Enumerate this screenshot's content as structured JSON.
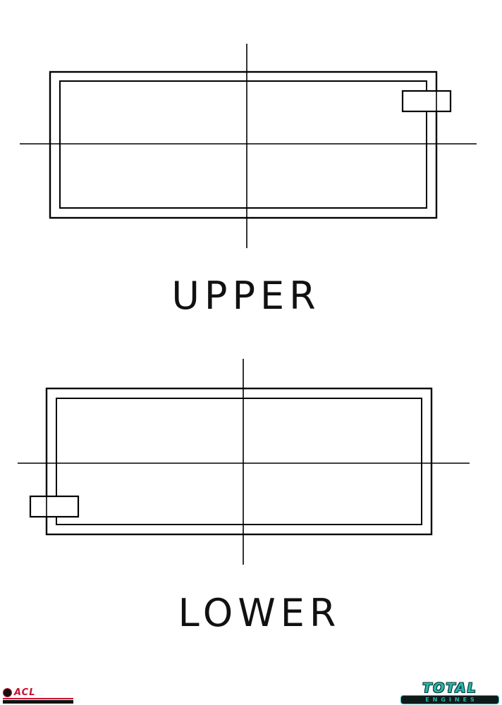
{
  "diagram": {
    "upper_label": "UPPER",
    "lower_label": "LOWER"
  },
  "logos": {
    "acl": {
      "text": "ACL"
    },
    "total_engines": {
      "line1": "TOTAL",
      "line2": "ENGINES"
    }
  },
  "colors": {
    "line": "#000000",
    "acl_red": "#c8102e",
    "total_teal": "#2cb5ac"
  }
}
